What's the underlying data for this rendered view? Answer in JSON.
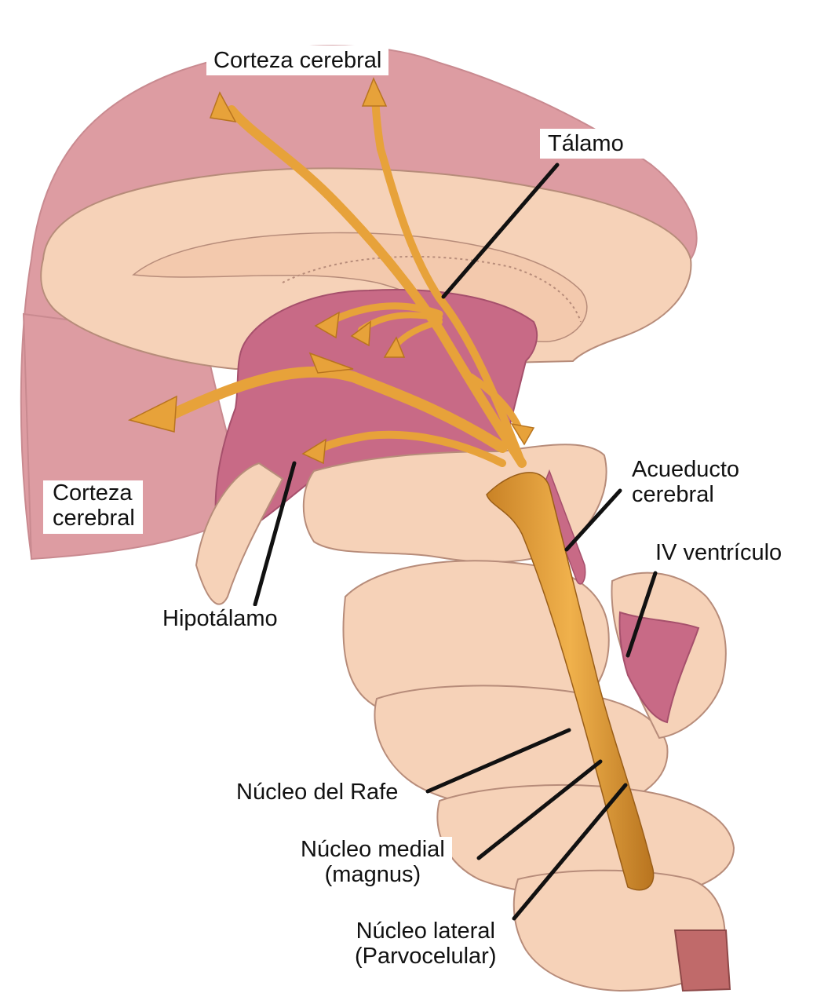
{
  "labels": {
    "cortex_top": "Corteza cerebral",
    "thalamus": "Tálamo",
    "cortex_left": [
      "Corteza",
      "cerebral"
    ],
    "aqueduct": [
      "Acueducto",
      "cerebral"
    ],
    "fourth_ventricle": "IV ventrículo",
    "hypothalamus": "Hipotálamo",
    "raphe": "Núcleo del Rafe",
    "medial": [
      "Núcleo medial",
      "(magnus)"
    ],
    "lateral": [
      "Núcleo lateral",
      "(Parvocelular)"
    ]
  },
  "colors": {
    "tissue": "#f6d2b8",
    "tissue_outline": "#b78c7a",
    "cortex_pink": "#dd9ca2",
    "ventricle": "#c86a86",
    "fiber": "#e7a23a",
    "fiber_dark": "#b8741f",
    "leader": "#111111"
  }
}
